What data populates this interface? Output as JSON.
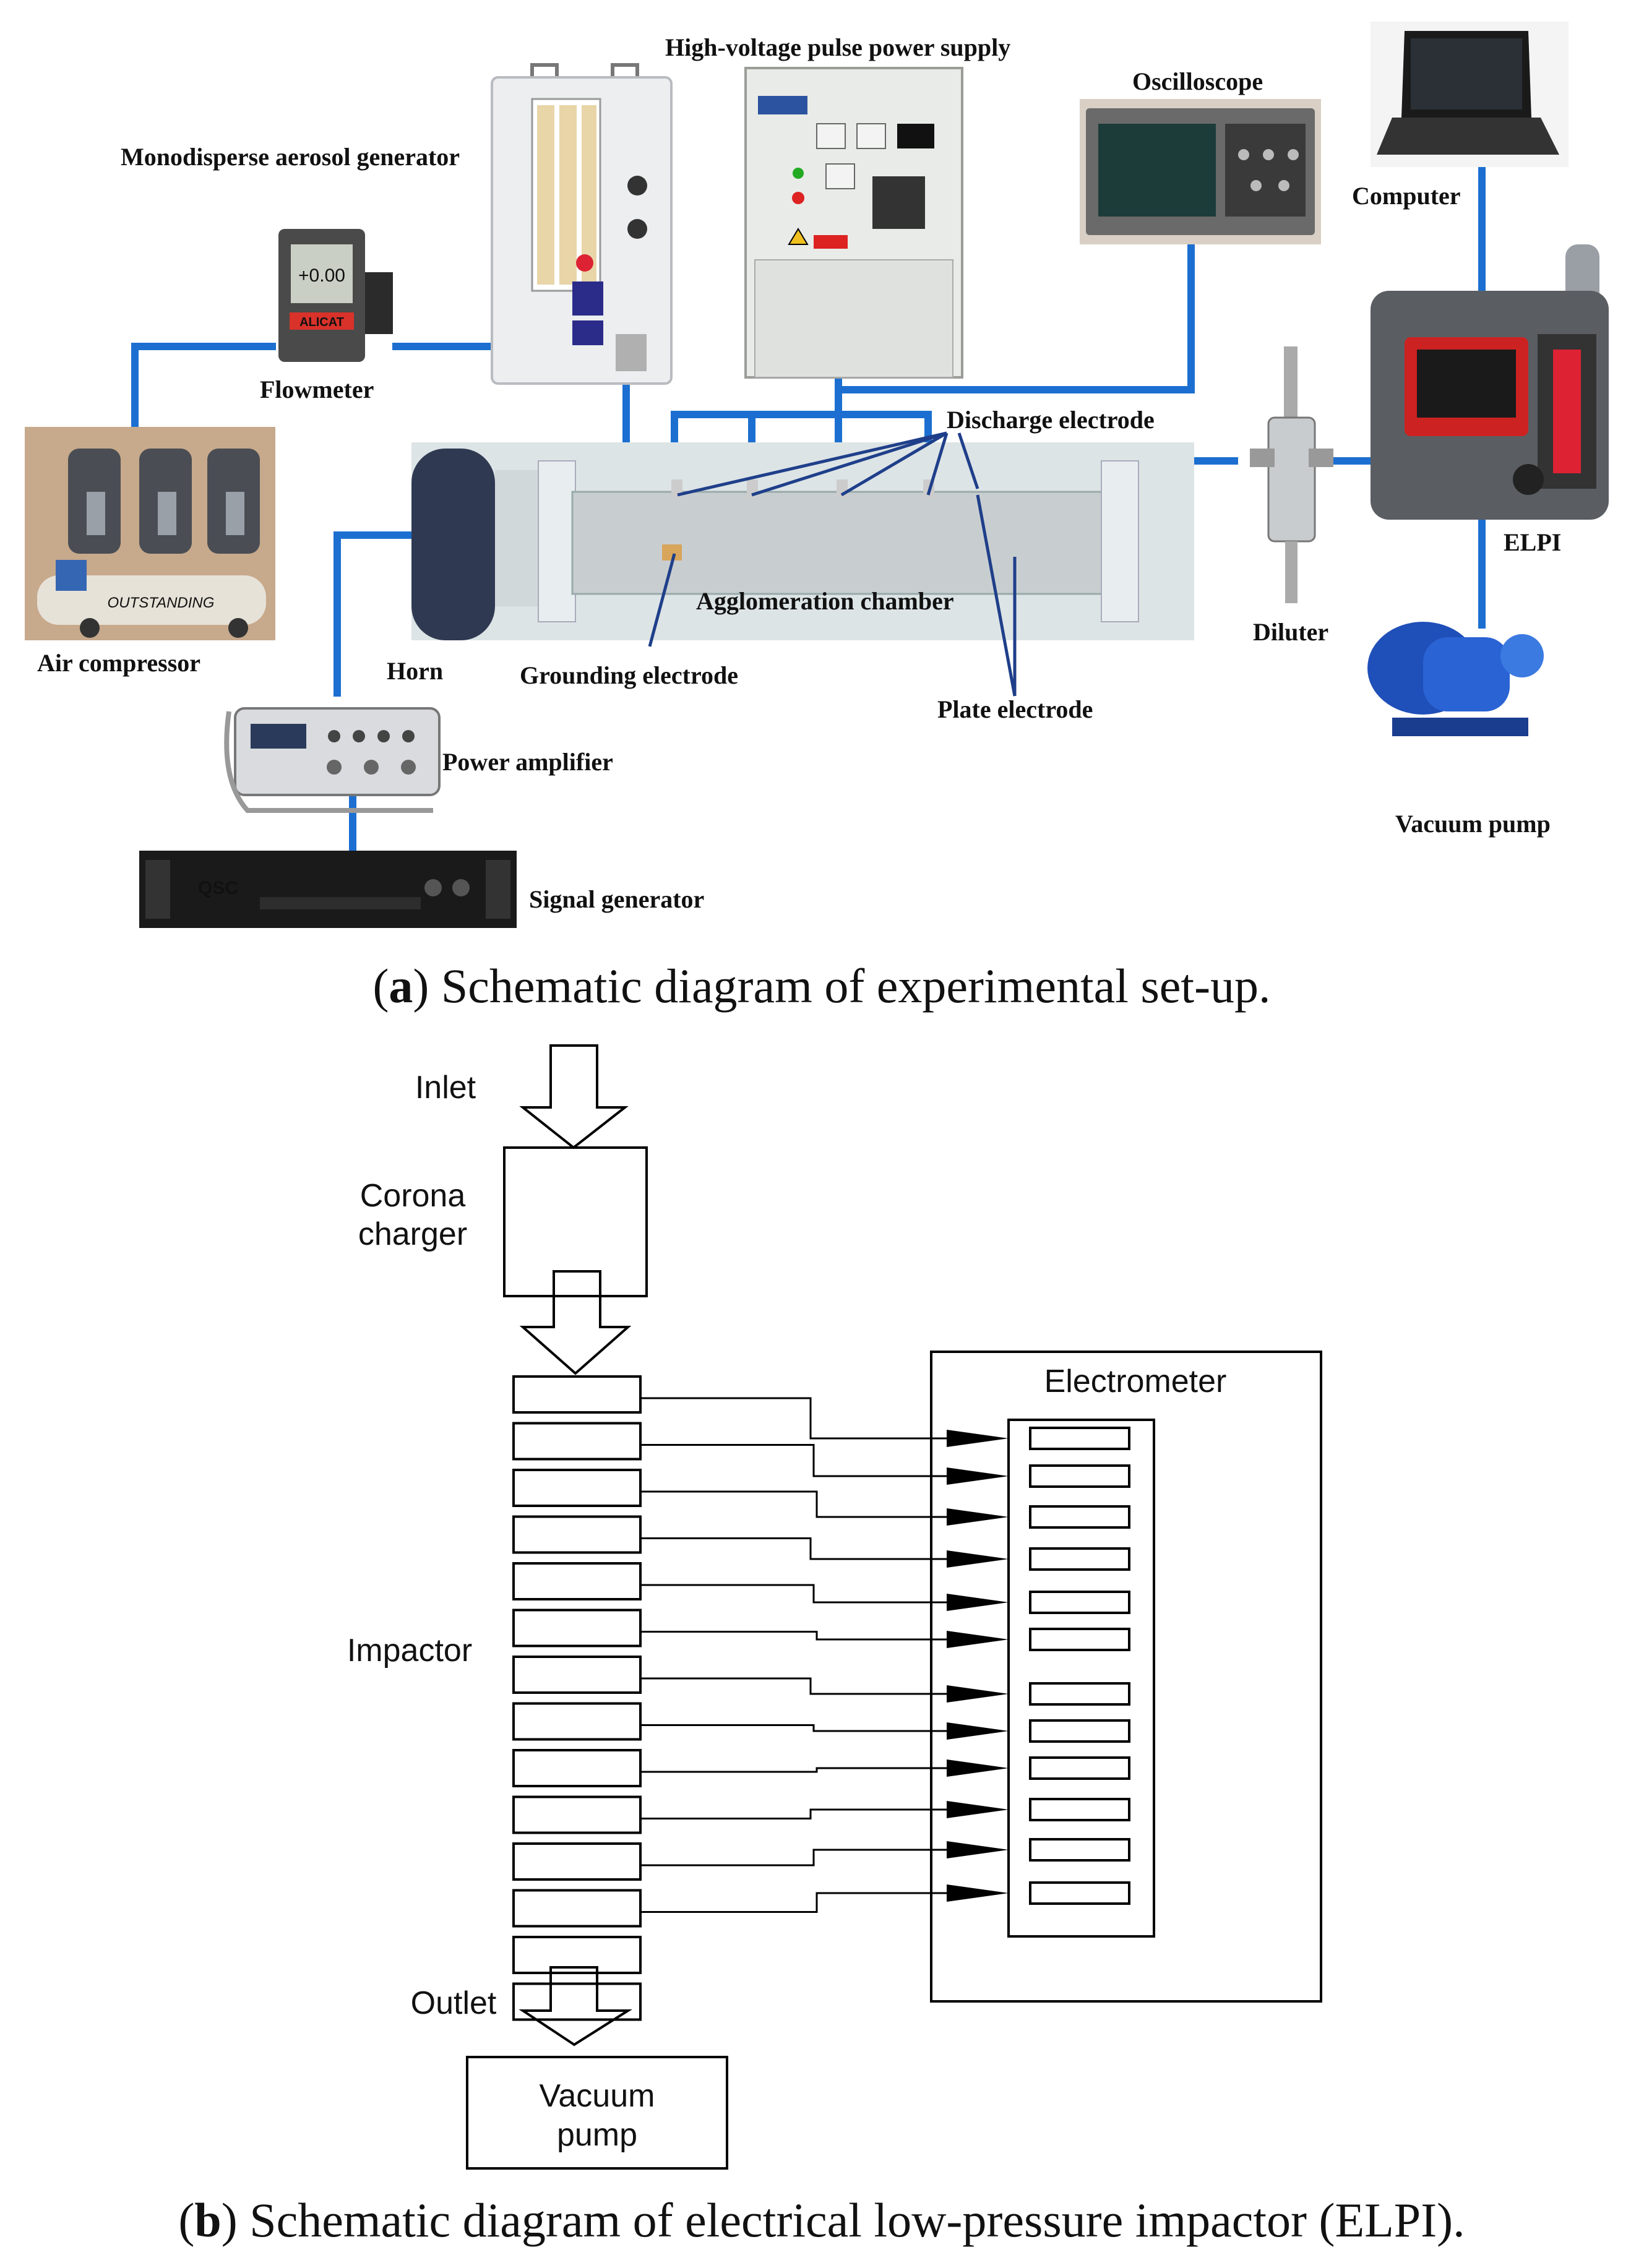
{
  "panel_a": {
    "labels": {
      "hv_power": "High-voltage pulse power supply",
      "oscilloscope": "Oscilloscope",
      "computer": "Computer",
      "aerosol_gen": "Monodisperse aerosol generator",
      "flowmeter": "Flowmeter",
      "discharge": "Discharge electrode",
      "air_compressor": "Air compressor",
      "agglomeration": "Agglomeration chamber",
      "horn": "Horn",
      "grounding": "Grounding electrode",
      "plate": "Plate electrode",
      "diluter": "Diluter",
      "elpi": "ELPI",
      "power_amp": "Power amplifier",
      "signal_gen": "Signal generator",
      "vacuum_pump": "Vacuum pump"
    },
    "device_text": {
      "flowmeter_display": "+0.00",
      "flowmeter_brand": "ALICAT",
      "amp_brand": "QSC",
      "compressor_brand": "OUTSTANDING"
    },
    "caption_letter": "a",
    "caption_text": ") Schematic diagram of experimental set-up."
  },
  "panel_b": {
    "inlet": "Inlet",
    "corona_line1": "Corona",
    "corona_line2": "charger",
    "electrometer": "Electrometer",
    "impactor": "Impactor",
    "outlet": "Outlet",
    "vacuum_line1": "Vacuum",
    "vacuum_line2": "pump",
    "caption_letter": "b",
    "caption_text": ") Schematic diagram of electrical low-pressure impactor (ELPI)."
  },
  "colors": {
    "connection": "#1c6fd1",
    "pointer": "#1f3f8a",
    "text": "#111111"
  },
  "icons": [
    "aerosol-generator-image",
    "hv-power-supply-image",
    "oscilloscope-image",
    "laptop-image",
    "flowmeter-image",
    "air-compressor-image",
    "agglomeration-chamber-image",
    "diluter-image",
    "elpi-image",
    "vacuum-pump-image",
    "power-amplifier-image",
    "signal-generator-image"
  ]
}
